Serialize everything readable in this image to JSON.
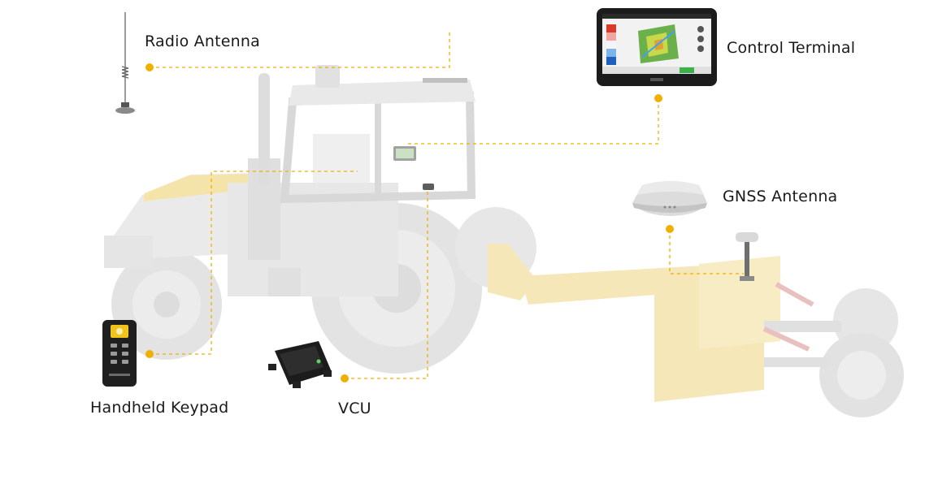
{
  "labels": {
    "radio_antenna": "Radio Antenna",
    "control_terminal": "Control Terminal",
    "gnss_antenna": "GNSS Antenna",
    "handheld_keypad": "Handheld Keypad",
    "vcu": "VCU"
  },
  "colors": {
    "connector": "#f0b000",
    "tractor_body": "#e6e6e6",
    "tractor_dark": "#cfcfcf",
    "implement": "#f6e7b8",
    "hood_accent": "#f3dd9c",
    "device_dark": "#1c1c1c"
  }
}
